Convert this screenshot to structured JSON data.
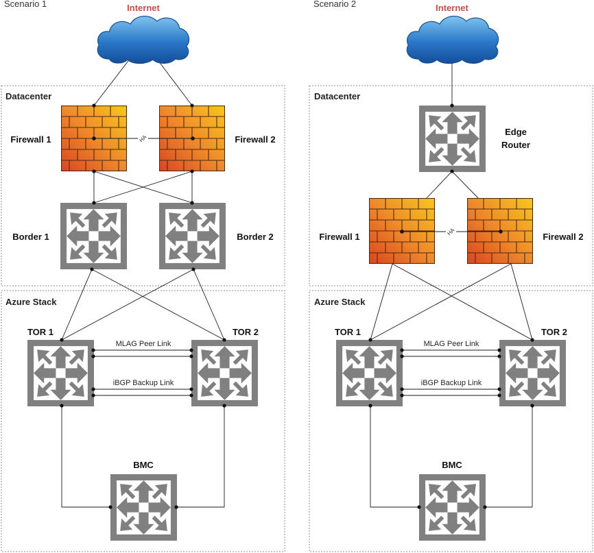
{
  "colors": {
    "internet_label": "#c0504d",
    "switch_gray": "#808080",
    "cloud_blue": "#2a78c8",
    "firewall_orange": "#e8702a",
    "firewall_yellow": "#f7c21b"
  },
  "scenario1": {
    "title": "Scenario 1",
    "internet": "Internet",
    "datacenter": "Datacenter",
    "firewall1": "Firewall 1",
    "firewall2": "Firewall 2",
    "ha": "HA",
    "border1": "Border 1",
    "border2": "Border 2",
    "azure_stack": "Azure Stack",
    "tor1": "TOR 1",
    "tor2": "TOR 2",
    "mlag": "MLAG Peer Link",
    "ibgp": "iBGP Backup Link",
    "bmc": "BMC"
  },
  "scenario2": {
    "title": "Scenario 2",
    "internet": "Internet",
    "datacenter": "Datacenter",
    "edge_router_line1": "Edge",
    "edge_router_line2": "Router",
    "firewall1": "Firewall 1",
    "firewall2": "Firewall 2",
    "ha": "HA",
    "azure_stack": "Azure Stack",
    "tor1": "TOR 1",
    "tor2": "TOR 2",
    "mlag": "MLAG Peer Link",
    "ibgp": "iBGP Backup Link",
    "bmc": "BMC"
  },
  "icons": {
    "cloud": "cloud-icon",
    "firewall": "firewall-icon",
    "switch": "switch-icon"
  }
}
